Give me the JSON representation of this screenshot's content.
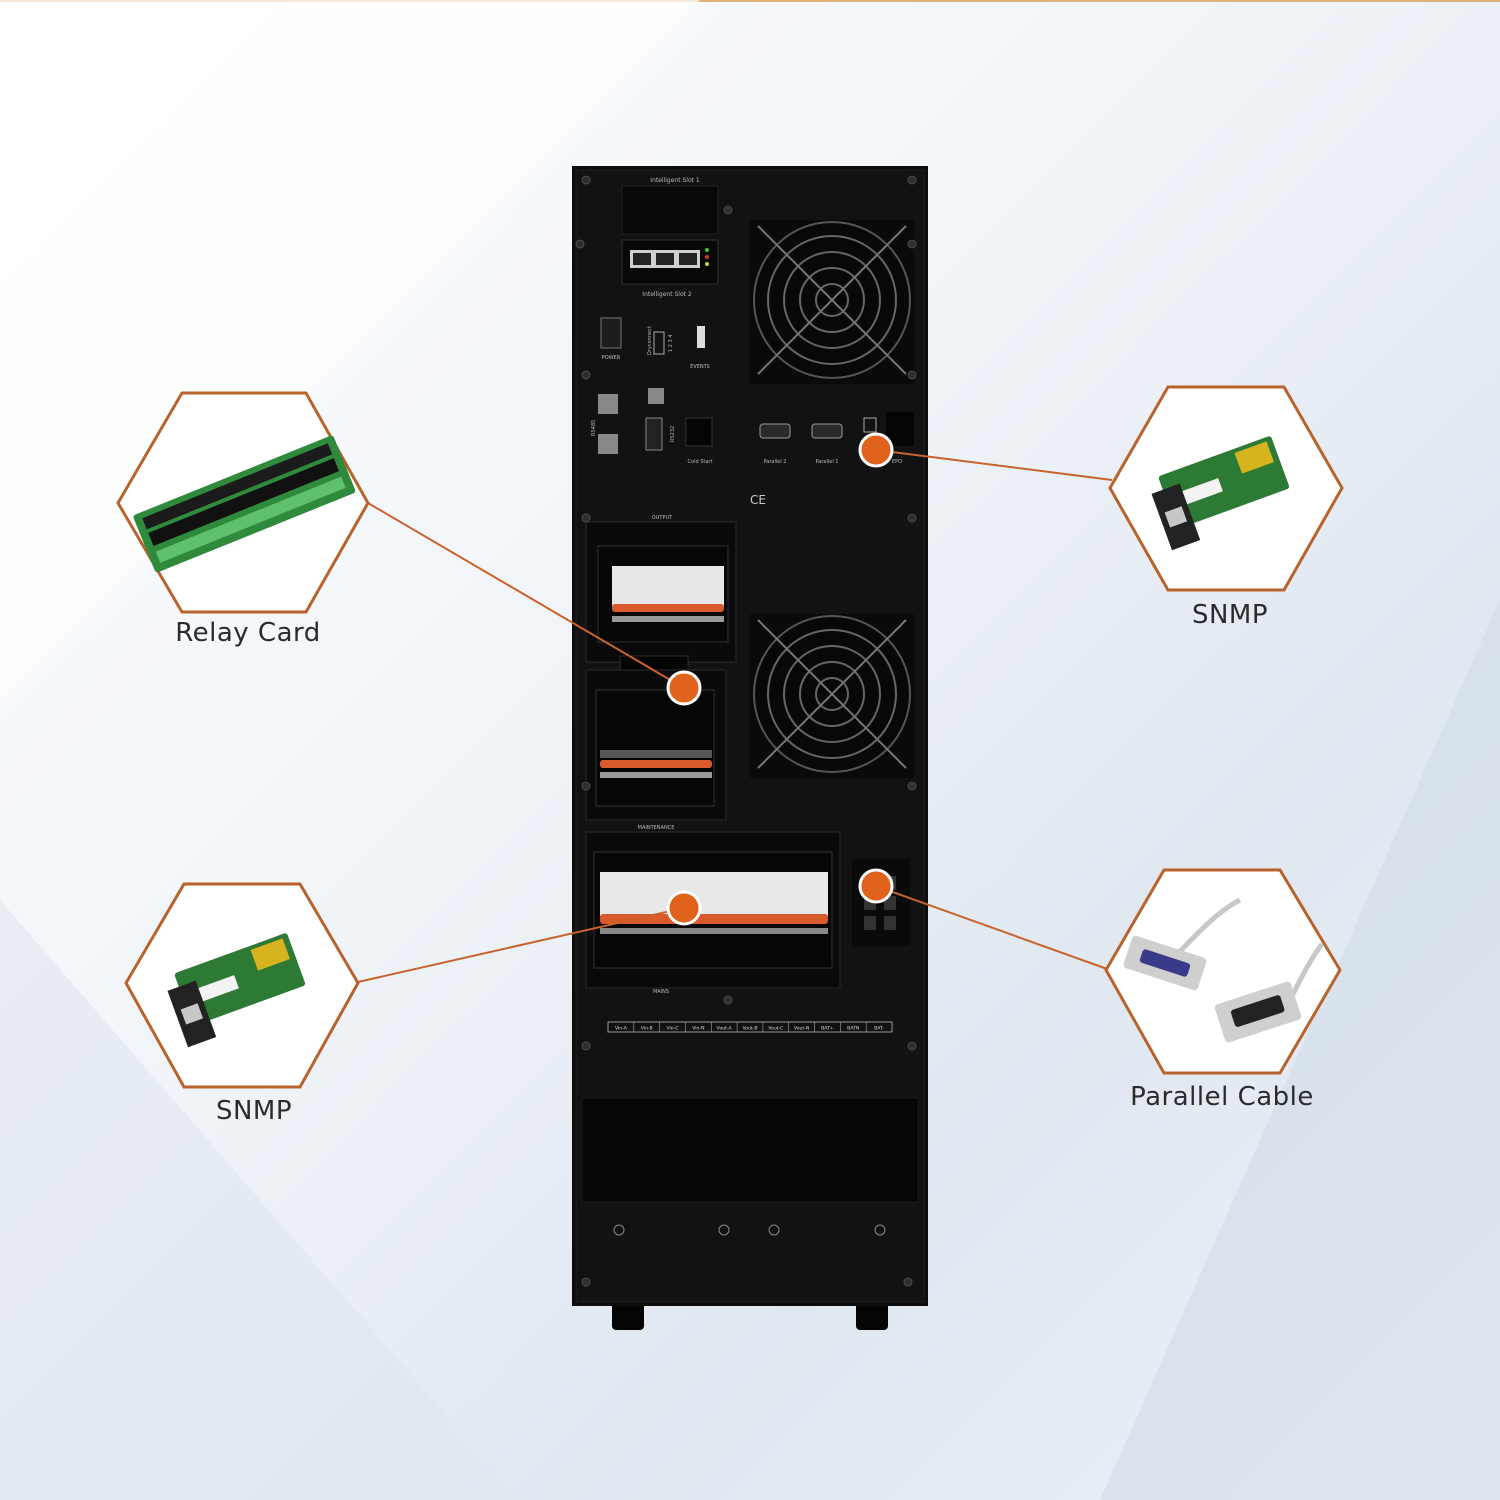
{
  "callouts": {
    "relay_card": "Relay Card",
    "snmp_right": "SNMP",
    "snmp_left": "SNMP",
    "parallel_cable": "Parallel Cable"
  },
  "panel": {
    "intelligent_slot_1": "Intelligent Slot 1",
    "intelligent_slot_2": "Intelligent Slot 2",
    "power": "POWER",
    "dryconnect": "Dryconnect",
    "dry_nums": "1 2 3 4",
    "events": "EVENTS",
    "rs485": "RS485",
    "rs232": "RS232",
    "cold_start": "Cold Start",
    "parallel_2": "Parallel 2",
    "parallel_1": "Parallel 1",
    "epo": "EPO",
    "ce": "CE",
    "output": "OUTPUT",
    "maintenance": "MAINTENANCE",
    "mains": "MAINS",
    "terminals": [
      "Vin-A",
      "Vin-B",
      "Vin-C",
      "Vin-N",
      "Vout-A",
      "Vout-B",
      "Vout-C",
      "Vout-N",
      "BAT+",
      "BATN",
      "BAT-"
    ]
  },
  "colors": {
    "accent": "#e0621c",
    "hex_stroke": "#b8622c",
    "cabinet": "#0d0d0d"
  }
}
